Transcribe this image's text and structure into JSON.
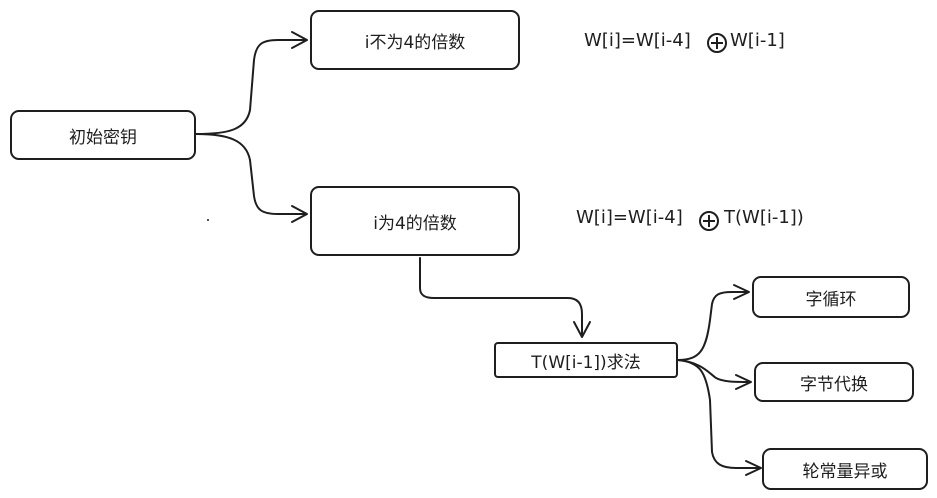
{
  "diagram": {
    "nodes": {
      "initial_key": "初始密钥",
      "not_multiple": "i不为4的倍数",
      "multiple": "i为4的倍数",
      "t_method": "T(W[i-1])求法",
      "word_rotate": "字循环",
      "byte_sub": "字节代换",
      "round_const_xor": "轮常量异或"
    },
    "formulas": {
      "not_multiple_lhs": "W[i]=W[i-4]",
      "not_multiple_rhs": "W[i-1]",
      "multiple_lhs": "W[i]=W[i-4]",
      "multiple_rhs": "T(W[i-1])"
    },
    "operator_icon": "xor-circle-plus-icon"
  }
}
